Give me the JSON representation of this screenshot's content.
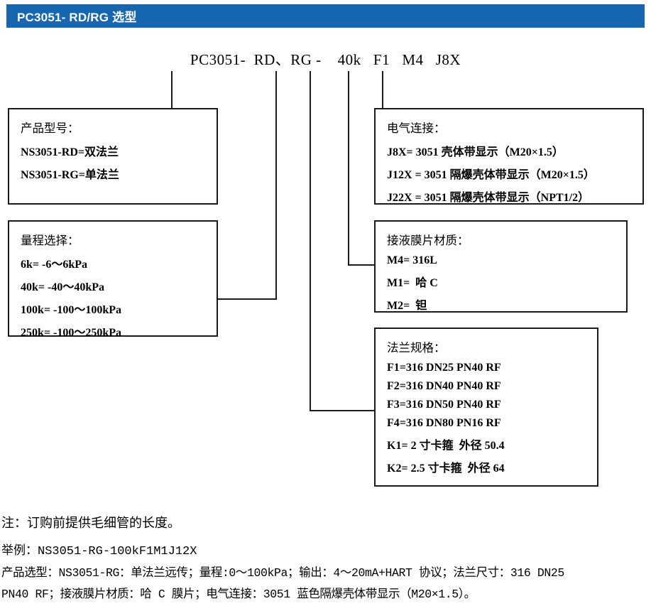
{
  "header": {
    "title": "PC3051- RD/RG 选型"
  },
  "model_code": "PC3051-  RD、RG -    40k   F1   M4   J8X",
  "boxes": {
    "product": {
      "title": "产品型号：",
      "rows": [
        "NS3051-RD=双法兰",
        "NS3051-RG=单法兰"
      ]
    },
    "range": {
      "title": "量程选择：",
      "rows": [
        "6k= -6～6kPa",
        "40k= -40～40kPa",
        "100k= -100～100kPa",
        "250k= -100～250kPa"
      ]
    },
    "electric": {
      "title": "电气连接：",
      "rows": [
        "J8X= 3051 壳体带显示（M20×1.5）",
        "J12X = 3051 隔爆壳体带显示（M20×1.5）",
        "J22X = 3051 隔爆壳体带显示（NPT1/2）"
      ]
    },
    "material": {
      "title": "接液膜片材质：",
      "rows": [
        "M4= 316L",
        "M1=  哈 C",
        "M2=  钽"
      ]
    },
    "flange": {
      "title": "法兰规格：",
      "rows": [
        "F1=316 DN25 PN40 RF",
        "F2=316 DN40 PN40 RF",
        "F3=316 DN50 PN40 RF",
        "F4=316 DN80 PN16 RF",
        "K1= 2 寸卡箍  外径 50.4",
        "K2= 2.5 寸卡箍  外径 64"
      ]
    }
  },
  "notes": {
    "main": "注：订购前提供毛细管的长度。",
    "example": "举例：NS3051-RG-100kF1M1J12X",
    "detail_line_1": "产品选型：NS3051-RG：单法兰远传；量程:0～100kPa；输出：4～20mA+HART 协议；法兰尺寸：316 DN25",
    "detail_line_2": "PN40 RF；接液膜片材质：哈 C 膜片；电气连接：3051 蓝色隔爆壳体带显示（M20×1.5）。"
  },
  "colors": {
    "header_bg": "#1667b0",
    "header_text": "#ffffff",
    "line": "#1a1a1a"
  }
}
